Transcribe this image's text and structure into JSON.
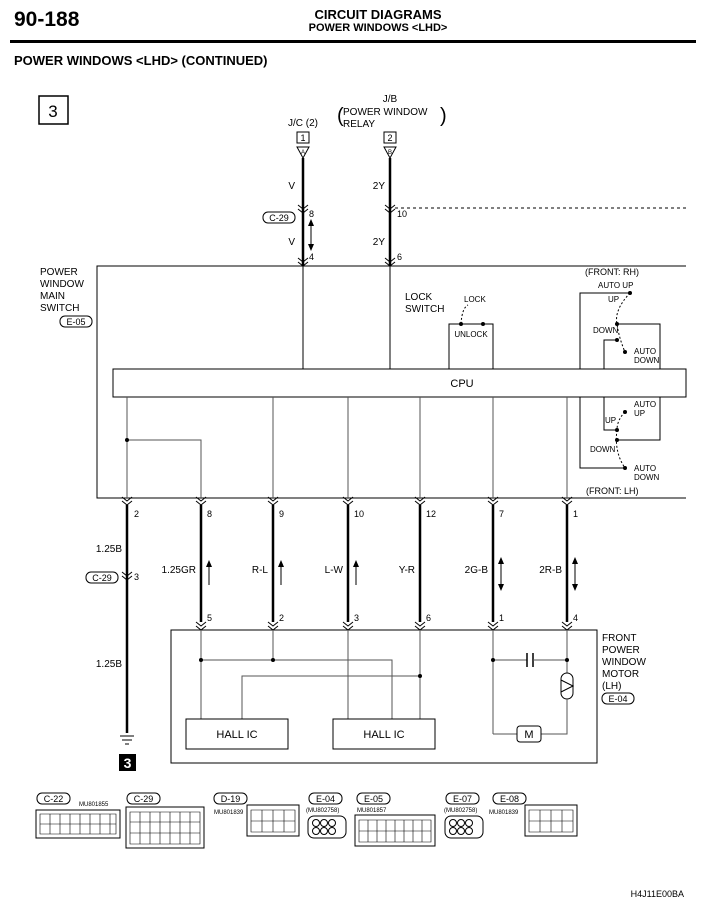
{
  "header": {
    "page_number": "90-188",
    "title": "CIRCUIT DIAGRAMS",
    "subtitle": "POWER WINDOWS <LHD>"
  },
  "section_title": "POWER WINDOWS <LHD> (CONTINUED)",
  "sheet_number": "3",
  "inputs": {
    "jc": {
      "label": "J/C (2)",
      "connector_no": "1",
      "pin_letter": "A"
    },
    "jb": {
      "label": "J/B",
      "sub_label_1": "POWER WINDOW",
      "sub_label_2": "RELAY",
      "connector_no": "2",
      "pin_letter": "B"
    }
  },
  "upper_wires": {
    "v_color": "V",
    "y2_color": "2Y",
    "junction": "C-29",
    "pins_top": [
      "8",
      "10"
    ],
    "pins_bottom": [
      "4",
      "6"
    ]
  },
  "main_switch": {
    "name_lines": [
      "POWER",
      "WINDOW",
      "MAIN",
      "SWITCH"
    ],
    "connector": "E-05",
    "cpu_label": "CPU",
    "lock_switch_lines": [
      "LOCK",
      "SWITCH"
    ],
    "lock": "LOCK",
    "unlock": "UNLOCK",
    "front_rh": "(FRONT: RH)",
    "front_lh": "(FRONT: LH)",
    "auto_up": "AUTO UP",
    "up": "UP",
    "down": "DOWN",
    "auto_down_1": "AUTO",
    "auto_down_2": "DOWN",
    "auto_up_1": "AUTO",
    "auto_up_2": "UP"
  },
  "output_wires": [
    {
      "pin_top": "2",
      "color": "1.25B",
      "pin_bottom": ""
    },
    {
      "pin_top": "8",
      "color": "1.25GR",
      "pin_bottom": "5"
    },
    {
      "pin_top": "9",
      "color": "R-L",
      "pin_bottom": "2"
    },
    {
      "pin_top": "10",
      "color": "L-W",
      "pin_bottom": "3"
    },
    {
      "pin_top": "12",
      "color": "Y-R",
      "pin_bottom": "6"
    },
    {
      "pin_top": "7",
      "color": "2G-B",
      "pin_bottom": "1"
    },
    {
      "pin_top": "1",
      "color": "2R-B",
      "pin_bottom": "4"
    }
  ],
  "ground_path": {
    "junction": "C-29",
    "pin": "3",
    "color_below": "1.25B",
    "ground_no": "3"
  },
  "motor": {
    "name_lines": [
      "FRONT",
      "POWER",
      "WINDOW",
      "MOTOR",
      "(LH)"
    ],
    "connector": "E-04",
    "hall_ic_1": "HALL IC",
    "hall_ic_2": "HALL IC",
    "motor_symbol": "M"
  },
  "connector_views": [
    {
      "id": "C-22",
      "part": "MU801855"
    },
    {
      "id": "C-29",
      "part": ""
    },
    {
      "id": "D-19",
      "part": "MU801839"
    },
    {
      "id": "E-04",
      "part": "(MU802758)"
    },
    {
      "id": "E-05",
      "part": "MU801857"
    },
    {
      "id": "E-07",
      "part": "(MU802758)"
    },
    {
      "id": "E-08",
      "part": "MU801839"
    }
  ],
  "figure_code": "H4J11E00BA",
  "colors": {
    "line": "#000000",
    "thin_line": "#555555"
  }
}
